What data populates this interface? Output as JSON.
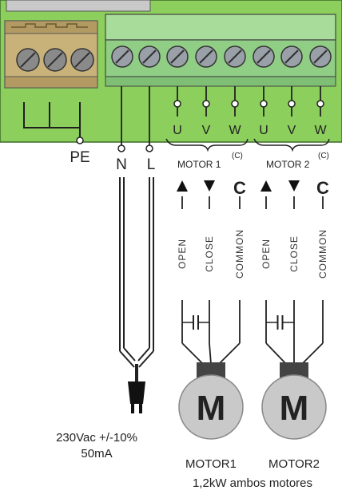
{
  "board": {
    "board_color": "#8ccf5c",
    "terminal_block_color": "#a8dc9a"
  },
  "terminals": {
    "pe": "PE",
    "n": "N",
    "l": "L",
    "motor1": {
      "u": "U",
      "v": "V",
      "w": "W",
      "label": "MOTOR 1",
      "sup": "(C)"
    },
    "motor2": {
      "u": "U",
      "v": "V",
      "w": "W",
      "label": "MOTOR 2",
      "sup": "(C)"
    }
  },
  "wires": {
    "motor1": {
      "open": "OPEN",
      "close": "CLOSE",
      "common": "COMMON",
      "common_symbol": "C"
    },
    "motor2": {
      "open": "OPEN",
      "close": "CLOSE",
      "common": "COMMON",
      "common_symbol": "C"
    }
  },
  "motors": {
    "symbol": "M",
    "motor1_name": "MOTOR1",
    "motor2_name": "MOTOR2",
    "power_note": "1,2kW ambos motores"
  },
  "power_supply": {
    "line1": "230Vac +/-10%",
    "line2": "50mA"
  }
}
